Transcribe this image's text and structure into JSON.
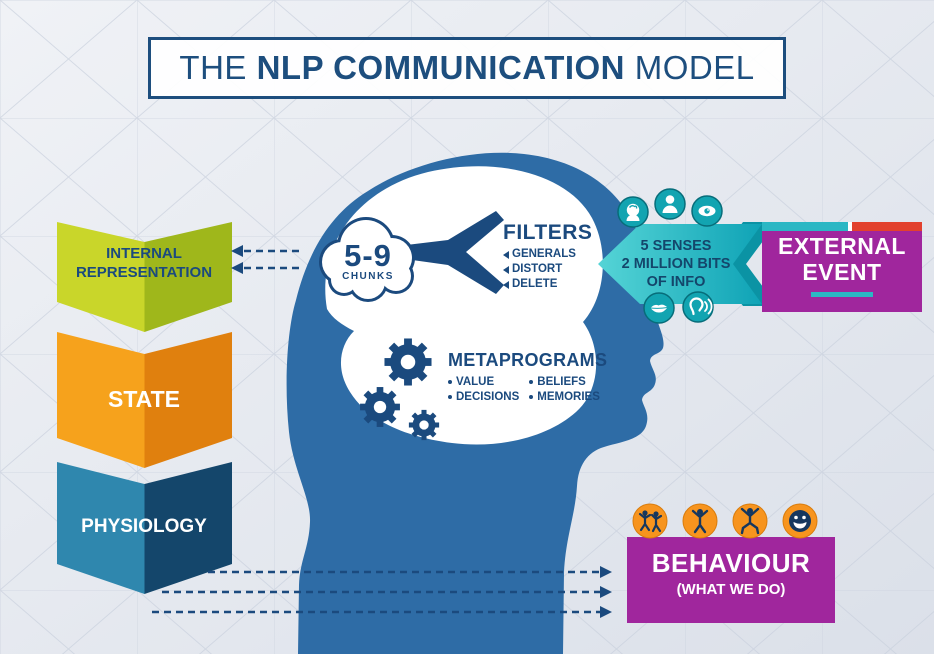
{
  "title": {
    "pre": "THE ",
    "bold": "NLP COMMUNICATION",
    "post": " MODEL"
  },
  "cloud": {
    "number": "5-9",
    "label": "CHUNKS"
  },
  "filters": {
    "heading": "FILTERS",
    "items": [
      "GENERALS",
      "DISTORT",
      "DELETE"
    ]
  },
  "metaprograms": {
    "heading": "METAPROGRAMS",
    "items": [
      "VALUE",
      "BELIEFS",
      "DECISIONS",
      "MEMORIES"
    ]
  },
  "senses": {
    "lines": [
      "5 SENSES",
      "2 MILLION BITS",
      "OF INFO"
    ],
    "icons": [
      "brain",
      "person",
      "eye",
      "mouth",
      "ear"
    ]
  },
  "external_event": {
    "line1": "EXTERNAL",
    "line2": "EVENT"
  },
  "behaviour": {
    "line1": "BEHAVIOUR",
    "line2": "(WHAT WE DO)",
    "icons": [
      "dancing-people",
      "cheering-person",
      "jumping-person",
      "smiley-face"
    ]
  },
  "chevrons": [
    {
      "label": "INTERNAL REPRESENTATION"
    },
    {
      "label": "STATE"
    },
    {
      "label": "PHYSIOLOGY"
    }
  ],
  "colors": {
    "navy": "#1b4a7e",
    "head_blue": "#2e6ca6",
    "teal": "#2bb7c4",
    "teal_dark": "#0d95a5",
    "purple": "#a0269d",
    "orange": "#f7941e",
    "red": "#e2412e",
    "lime": "#c9d62a",
    "lime_dark": "#9fb71b",
    "orange_light": "#f6a21c",
    "orange_dark": "#e0800e",
    "blue_light": "#2f87ae",
    "blue_dark": "#14466b"
  }
}
